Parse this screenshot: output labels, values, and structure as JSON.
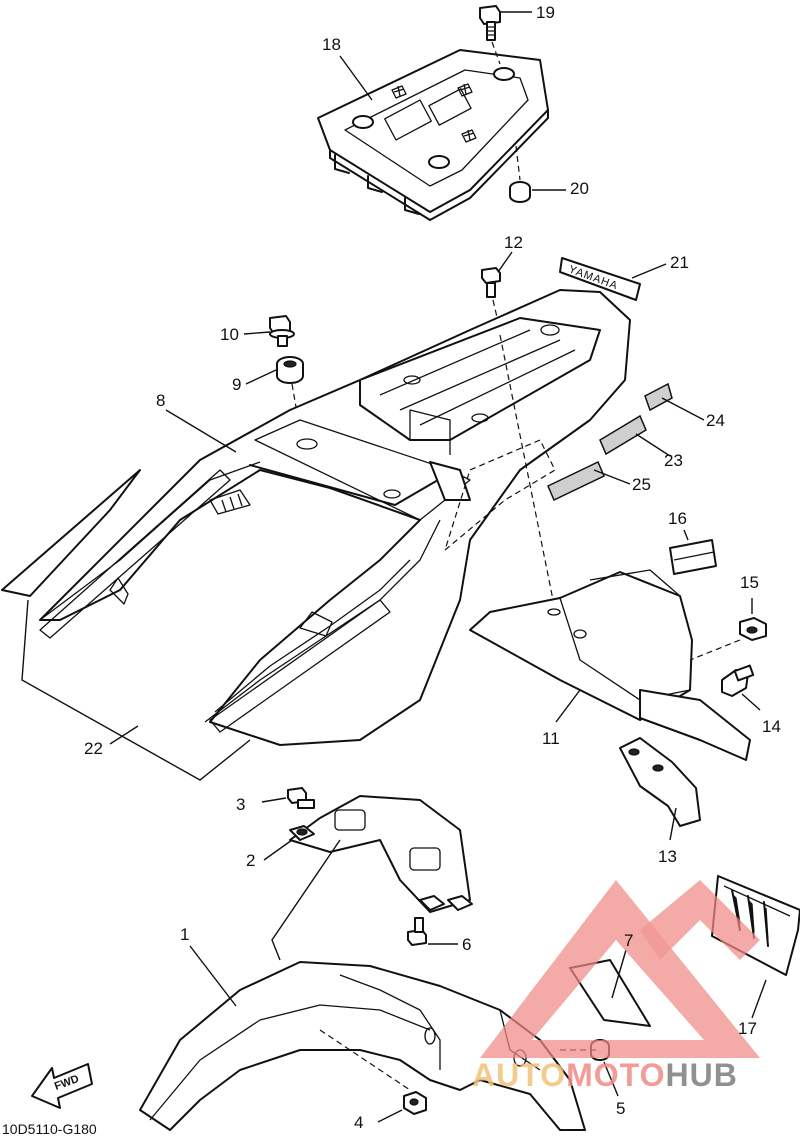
{
  "diagram": {
    "drawing_code": "10D5110-G180",
    "fwd_label": "FWD",
    "decal_text": "YAMAHA",
    "callouts": {
      "c1": "1",
      "c2": "2",
      "c3": "3",
      "c4": "4",
      "c5": "5",
      "c6": "6",
      "c7": "7",
      "c8": "8",
      "c9": "9",
      "c10": "10",
      "c11": "11",
      "c12": "12",
      "c13": "13",
      "c14": "14",
      "c15": "15",
      "c16": "16",
      "c17": "17",
      "c18": "18",
      "c19": "19",
      "c20": "20",
      "c21": "21",
      "c22": "22",
      "c23": "23",
      "c24": "24",
      "c25": "25"
    }
  },
  "watermark": {
    "part1": "AUTO",
    "part2": "MOTO",
    "part3": "HUB",
    "colors": {
      "accent": "#f08a85",
      "secondary": "#f2c27a",
      "dark": "#7d7d7d"
    }
  }
}
